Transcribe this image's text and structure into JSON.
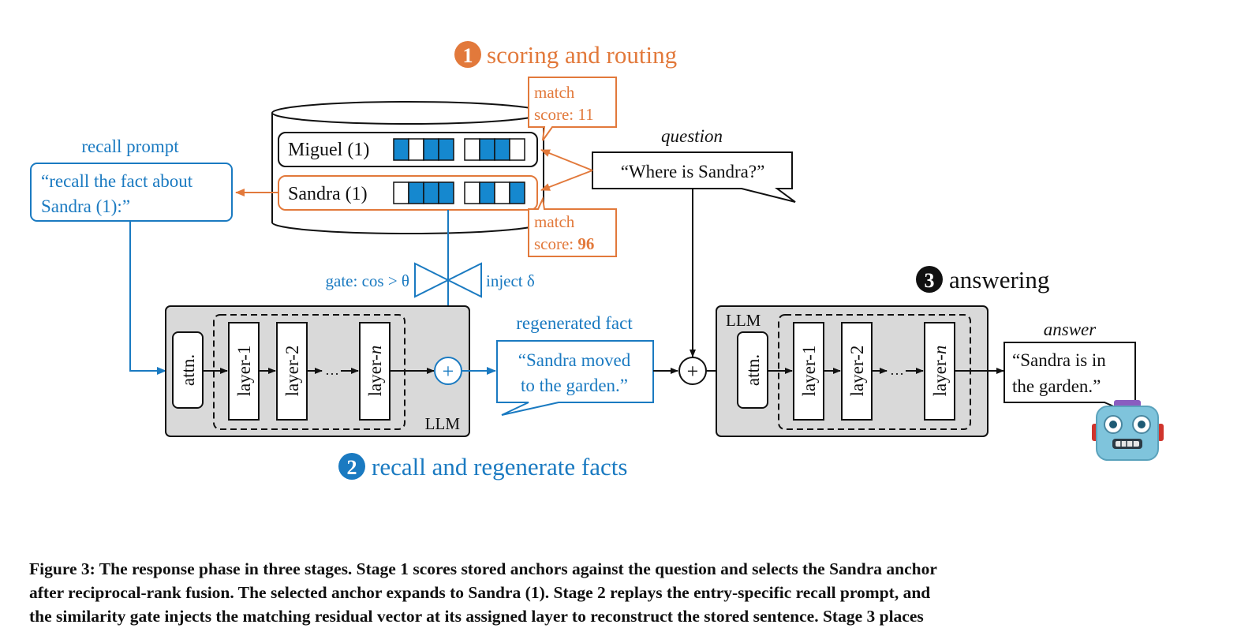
{
  "stages": {
    "stage1": {
      "number": "1",
      "title": "scoring and routing",
      "color": "#e2793b"
    },
    "stage2": {
      "number": "2",
      "title": "recall and regenerate facts",
      "color": "#1a7ac1"
    },
    "stage3": {
      "number": "3",
      "title": "answering",
      "color": "#111111"
    }
  },
  "store": {
    "anchors": [
      {
        "label": "Miguel (1)"
      },
      {
        "label": "Sandra (1)"
      }
    ],
    "miguel_cells": [
      [
        1,
        0,
        1,
        1
      ],
      [
        0,
        1,
        1,
        0
      ]
    ],
    "sandra_cells": [
      [
        0,
        1,
        1,
        1
      ],
      [
        0,
        1,
        0,
        1
      ]
    ],
    "match_miguel": {
      "line1": "match",
      "line2": "score: 11"
    },
    "match_sandra": {
      "line1": "match",
      "line2": "score: ",
      "value": "96"
    }
  },
  "question": {
    "label": "question",
    "text": "“Where is Sandra?”"
  },
  "recall": {
    "label": "recall prompt",
    "line1": "“recall the fact about",
    "line2": "Sandra (1):”"
  },
  "gate": {
    "left": "gate: cos > θ",
    "right": "inject δ"
  },
  "llm1": {
    "attn": "attn.",
    "layers": [
      "layer-1",
      "layer-2",
      "layer-n"
    ],
    "ellipsis": "…",
    "name": "LLM"
  },
  "regenerated": {
    "label": "regenerated fact",
    "line1": "“Sandra moved",
    "line2": "to the garden.”"
  },
  "llm2": {
    "attn": "attn.",
    "layers": [
      "layer-1",
      "layer-2",
      "layer-n"
    ],
    "ellipsis": "…",
    "name": "LLM"
  },
  "answer": {
    "label": "answer",
    "line1": "“Sandra is in",
    "line2": "the garden.”"
  },
  "plus_symbol": "+",
  "robot_icon": "robot-face-icon",
  "colors": {
    "orange": "#e2793b",
    "blue": "#1a7ac1",
    "gray": "#d9d9d9",
    "cell": "#1588cf"
  },
  "caption": {
    "line1": "Figure 3: The response phase in three stages. Stage 1 scores stored anchors against the question and selects the Sandra anchor",
    "line2": "after reciprocal-rank fusion. The selected anchor expands to Sandra (1). Stage 2 replays the entry-specific recall prompt, and",
    "line3": "the similarity gate injects the matching residual vector at its assigned layer to reconstruct the stored sentence. Stage 3 places"
  }
}
